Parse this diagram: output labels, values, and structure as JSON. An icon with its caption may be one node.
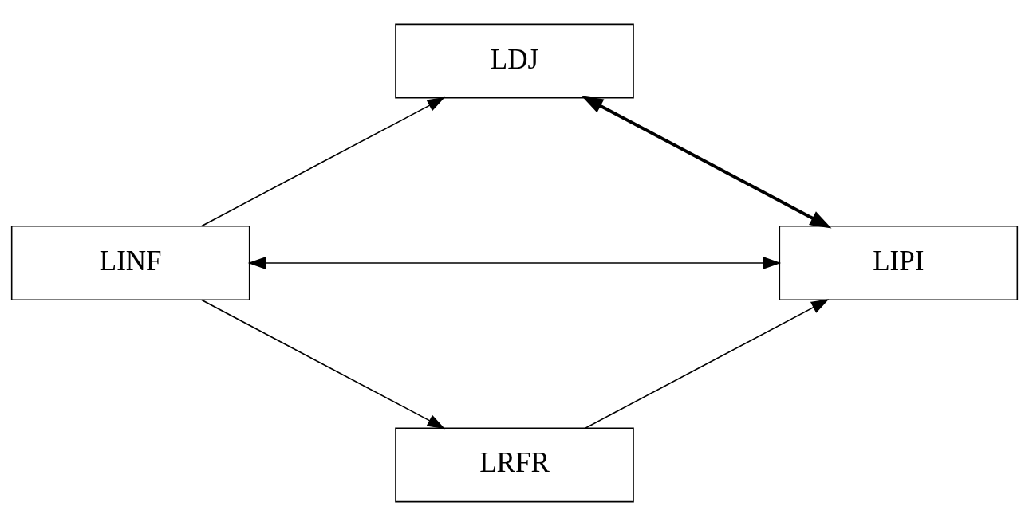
{
  "diagram": {
    "nodes": [
      {
        "text": [
          "LDJ"
        ]
      },
      {
        "text": [
          "LINF"
        ]
      },
      {
        "text": [
          "LIPI"
        ]
      },
      {
        "text": [
          "LRFR"
        ]
      }
    ],
    "edges": [
      {
        "from": 1,
        "to": 0,
        "arrow": "to"
      },
      {
        "from": 0,
        "to": 2,
        "arrow": "both",
        "style": "thick"
      },
      {
        "from": 1,
        "to": 2,
        "arrow": "both"
      },
      {
        "from": 1,
        "to": 3,
        "arrow": "to"
      },
      {
        "from": 3,
        "to": 2,
        "arrow": "to"
      }
    ]
  }
}
